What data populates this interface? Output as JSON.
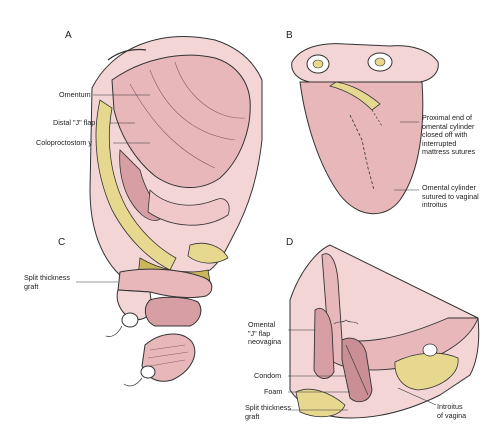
{
  "panels": {
    "A": {
      "letter": "A",
      "labels": [
        "Omentum",
        "Distal \"J\" flap",
        "Coloproctostom y"
      ]
    },
    "B": {
      "letter": "B",
      "label_1": [
        "Proximal end of",
        "omental cylinder",
        "closed off with",
        "interrupted",
        "mattress sutures"
      ],
      "label_2": [
        "Omental cylinder",
        "sutured to vaginal",
        "introitus"
      ]
    },
    "C": {
      "letter": "C",
      "label_1": [
        "Split thickness",
        "graft"
      ]
    },
    "D": {
      "letter": "D",
      "label_1": [
        "Omental",
        "\"J\" flap",
        "neovagina"
      ],
      "label_2": "Condom",
      "label_3": "Foam",
      "label_4": [
        "Split thickness",
        "graft"
      ],
      "label_5": [
        "Introitus",
        "of vagina"
      ]
    }
  },
  "colors": {
    "tissue_pink": "#e8b7ba",
    "tissue_dark": "#c98f94",
    "fat_yellow": "#e6d88f",
    "fat_dark": "#cbb65a",
    "line": "#333333"
  }
}
